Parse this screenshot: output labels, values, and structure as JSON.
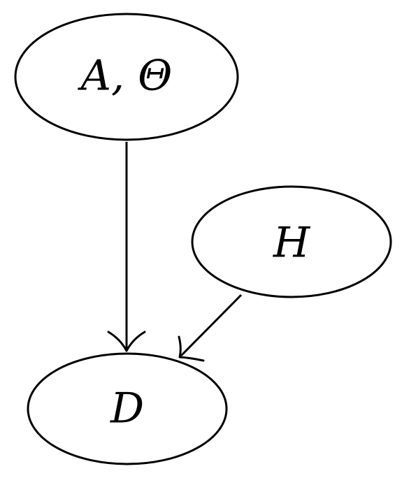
{
  "diagram": {
    "nodes": {
      "a_theta": {
        "label": "A, Θ"
      },
      "h": {
        "label": "H"
      },
      "d": {
        "label": "D"
      }
    },
    "edges": [
      {
        "from": "A, Θ",
        "to": "D"
      },
      {
        "from": "H",
        "to": "D"
      }
    ]
  }
}
